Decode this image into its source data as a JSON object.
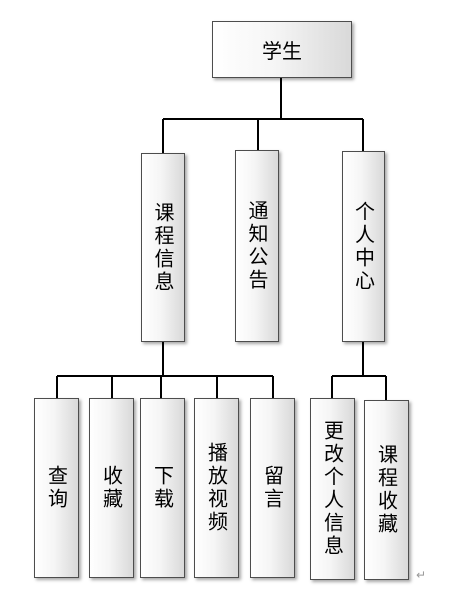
{
  "root": {
    "label": "学生"
  },
  "level1": [
    {
      "label": "课程信息"
    },
    {
      "label": "通知公告"
    },
    {
      "label": "个人中心"
    }
  ],
  "level2_course": [
    {
      "label": "查询"
    },
    {
      "label": "收藏"
    },
    {
      "label": "下载"
    },
    {
      "label": "播放视频"
    },
    {
      "label": "留言"
    }
  ],
  "level2_personal": [
    {
      "label": "更改个人信息"
    },
    {
      "label": "课程收藏"
    }
  ],
  "paragraph_mark": "↵"
}
